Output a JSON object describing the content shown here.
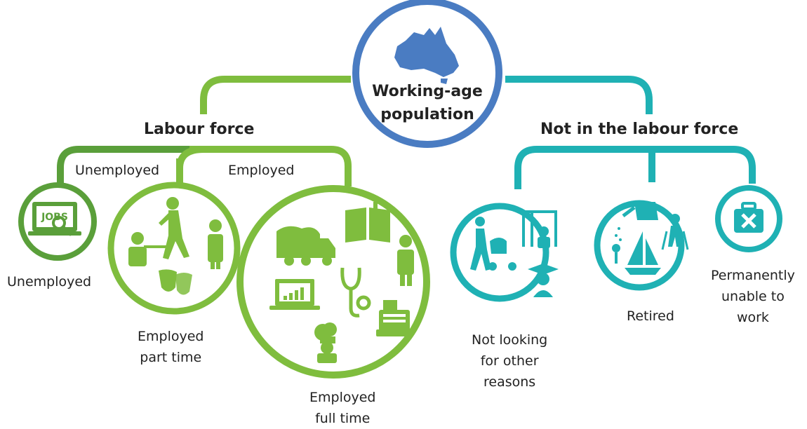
{
  "colors": {
    "blue": "#4a7cc2",
    "green_dark": "#5a9f3a",
    "green": "#7fbd3e",
    "teal": "#1fb1b4"
  },
  "center": {
    "line1": "Working-age",
    "line2": "population"
  },
  "branches": {
    "labour_force": "Labour force",
    "not_in_labour_force": "Not in the labour force",
    "unemployed_branch": "Unemployed",
    "employed_branch": "Employed"
  },
  "nodes": {
    "unemployed": {
      "label": "Unemployed",
      "icon_text": "JOBS"
    },
    "part_time": {
      "line1": "Employed",
      "line2": "part time"
    },
    "full_time": {
      "line1": "Employed",
      "line2": "full time"
    },
    "not_looking": {
      "line1": "Not looking",
      "line2": "for other",
      "line3": "reasons"
    },
    "retired": {
      "label": "Retired"
    },
    "unable": {
      "line1": "Permanently",
      "line2": "unable to",
      "line3": "work"
    }
  },
  "icons": [
    "australia-map-icon",
    "jobs-search-icon",
    "waiter-icon",
    "exercise-figure-icon",
    "person-icon",
    "theatre-masks-icon",
    "truck-icon",
    "book-icon",
    "laptop-chart-icon",
    "stethoscope-icon",
    "chef-icon",
    "cash-register-icon",
    "stroller-parent-icon",
    "prison-bars-icon",
    "graduate-icon",
    "watering-can-icon",
    "sailboat-icon",
    "elderly-couple-icon",
    "first-aid-kit-icon"
  ]
}
